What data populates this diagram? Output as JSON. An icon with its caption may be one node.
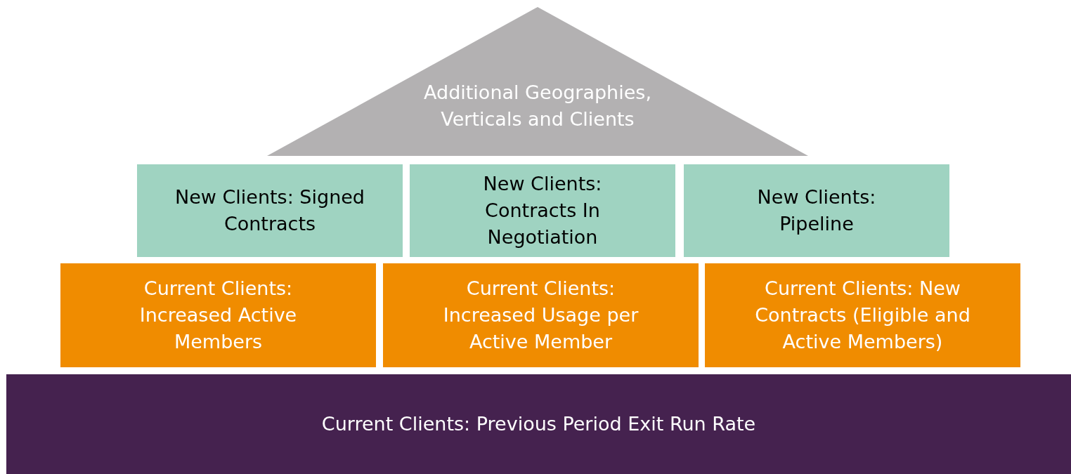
{
  "diagram": {
    "nodes": [
      {
        "text": [
          "Additional Geographies, Verticals and Clients"
        ]
      },
      {
        "text": [
          "New Clients: Signed Contracts"
        ]
      },
      {
        "text": [
          "New Clients: Contracts In Negotiation"
        ]
      },
      {
        "text": [
          "New Clients: Pipeline"
        ]
      },
      {
        "text": [
          "Current Clients: Increased Active Members"
        ]
      },
      {
        "text": [
          "Current Clients: Increased Usage per Active Member"
        ]
      },
      {
        "text": [
          "Current Clients: New Contracts (Eligible and Active Members)"
        ]
      },
      {
        "text": [
          "Current Clients: Previous Period Exit Run Rate"
        ]
      }
    ],
    "edges": []
  }
}
